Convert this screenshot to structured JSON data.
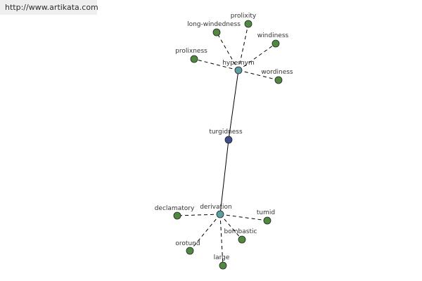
{
  "source_url": "http://www.artikata.com",
  "center_word": "turgidness",
  "hubs": {
    "hypernym": {
      "label": "hypernym",
      "words": [
        "prolixity",
        "long-windedness",
        "windiness",
        "prolixness",
        "wordiness"
      ]
    },
    "derivation": {
      "label": "derivation",
      "words": [
        "declamatory",
        "tumid",
        "bombastic",
        "orotund",
        "large"
      ]
    }
  },
  "colors": {
    "center_node": "#3f4f8c",
    "hub_node": "#5a9ea3",
    "leaf_node": "#4d8a3e",
    "solid_edge": "#000000",
    "dashed_edge": "#000000",
    "banner_bg": "#efefef"
  }
}
